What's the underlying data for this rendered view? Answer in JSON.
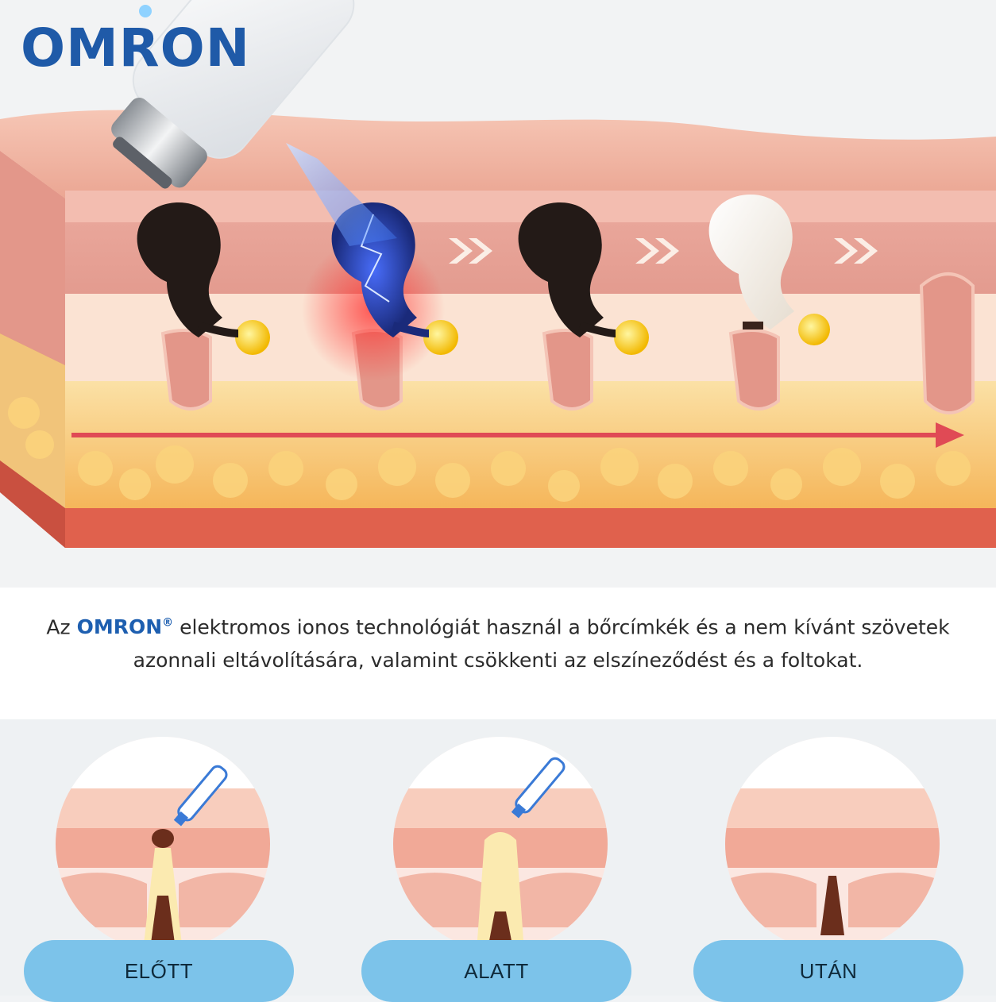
{
  "brand": {
    "logo_text": "OMRON",
    "color": "#1f5aa8"
  },
  "caption": {
    "prefix": "Az",
    "brand": "OMRON",
    "registered": "®",
    "line1_rest": "elektromos ionos technológiát használ a bőrcímkék és a nem kívánt szövetek",
    "line2": "azonnali eltávolítására, valamint csökkenti az elszíneződést és a foltokat."
  },
  "stages": [
    {
      "label": "ELŐTT"
    },
    {
      "label": "ALATT"
    },
    {
      "label": "UTÁN"
    }
  ],
  "colors": {
    "pill": "#7cc3ea",
    "skin": "#f2b4a0",
    "fat": "#f9c86a",
    "beam": "#3d7dff",
    "arrow": "#e04a55"
  }
}
